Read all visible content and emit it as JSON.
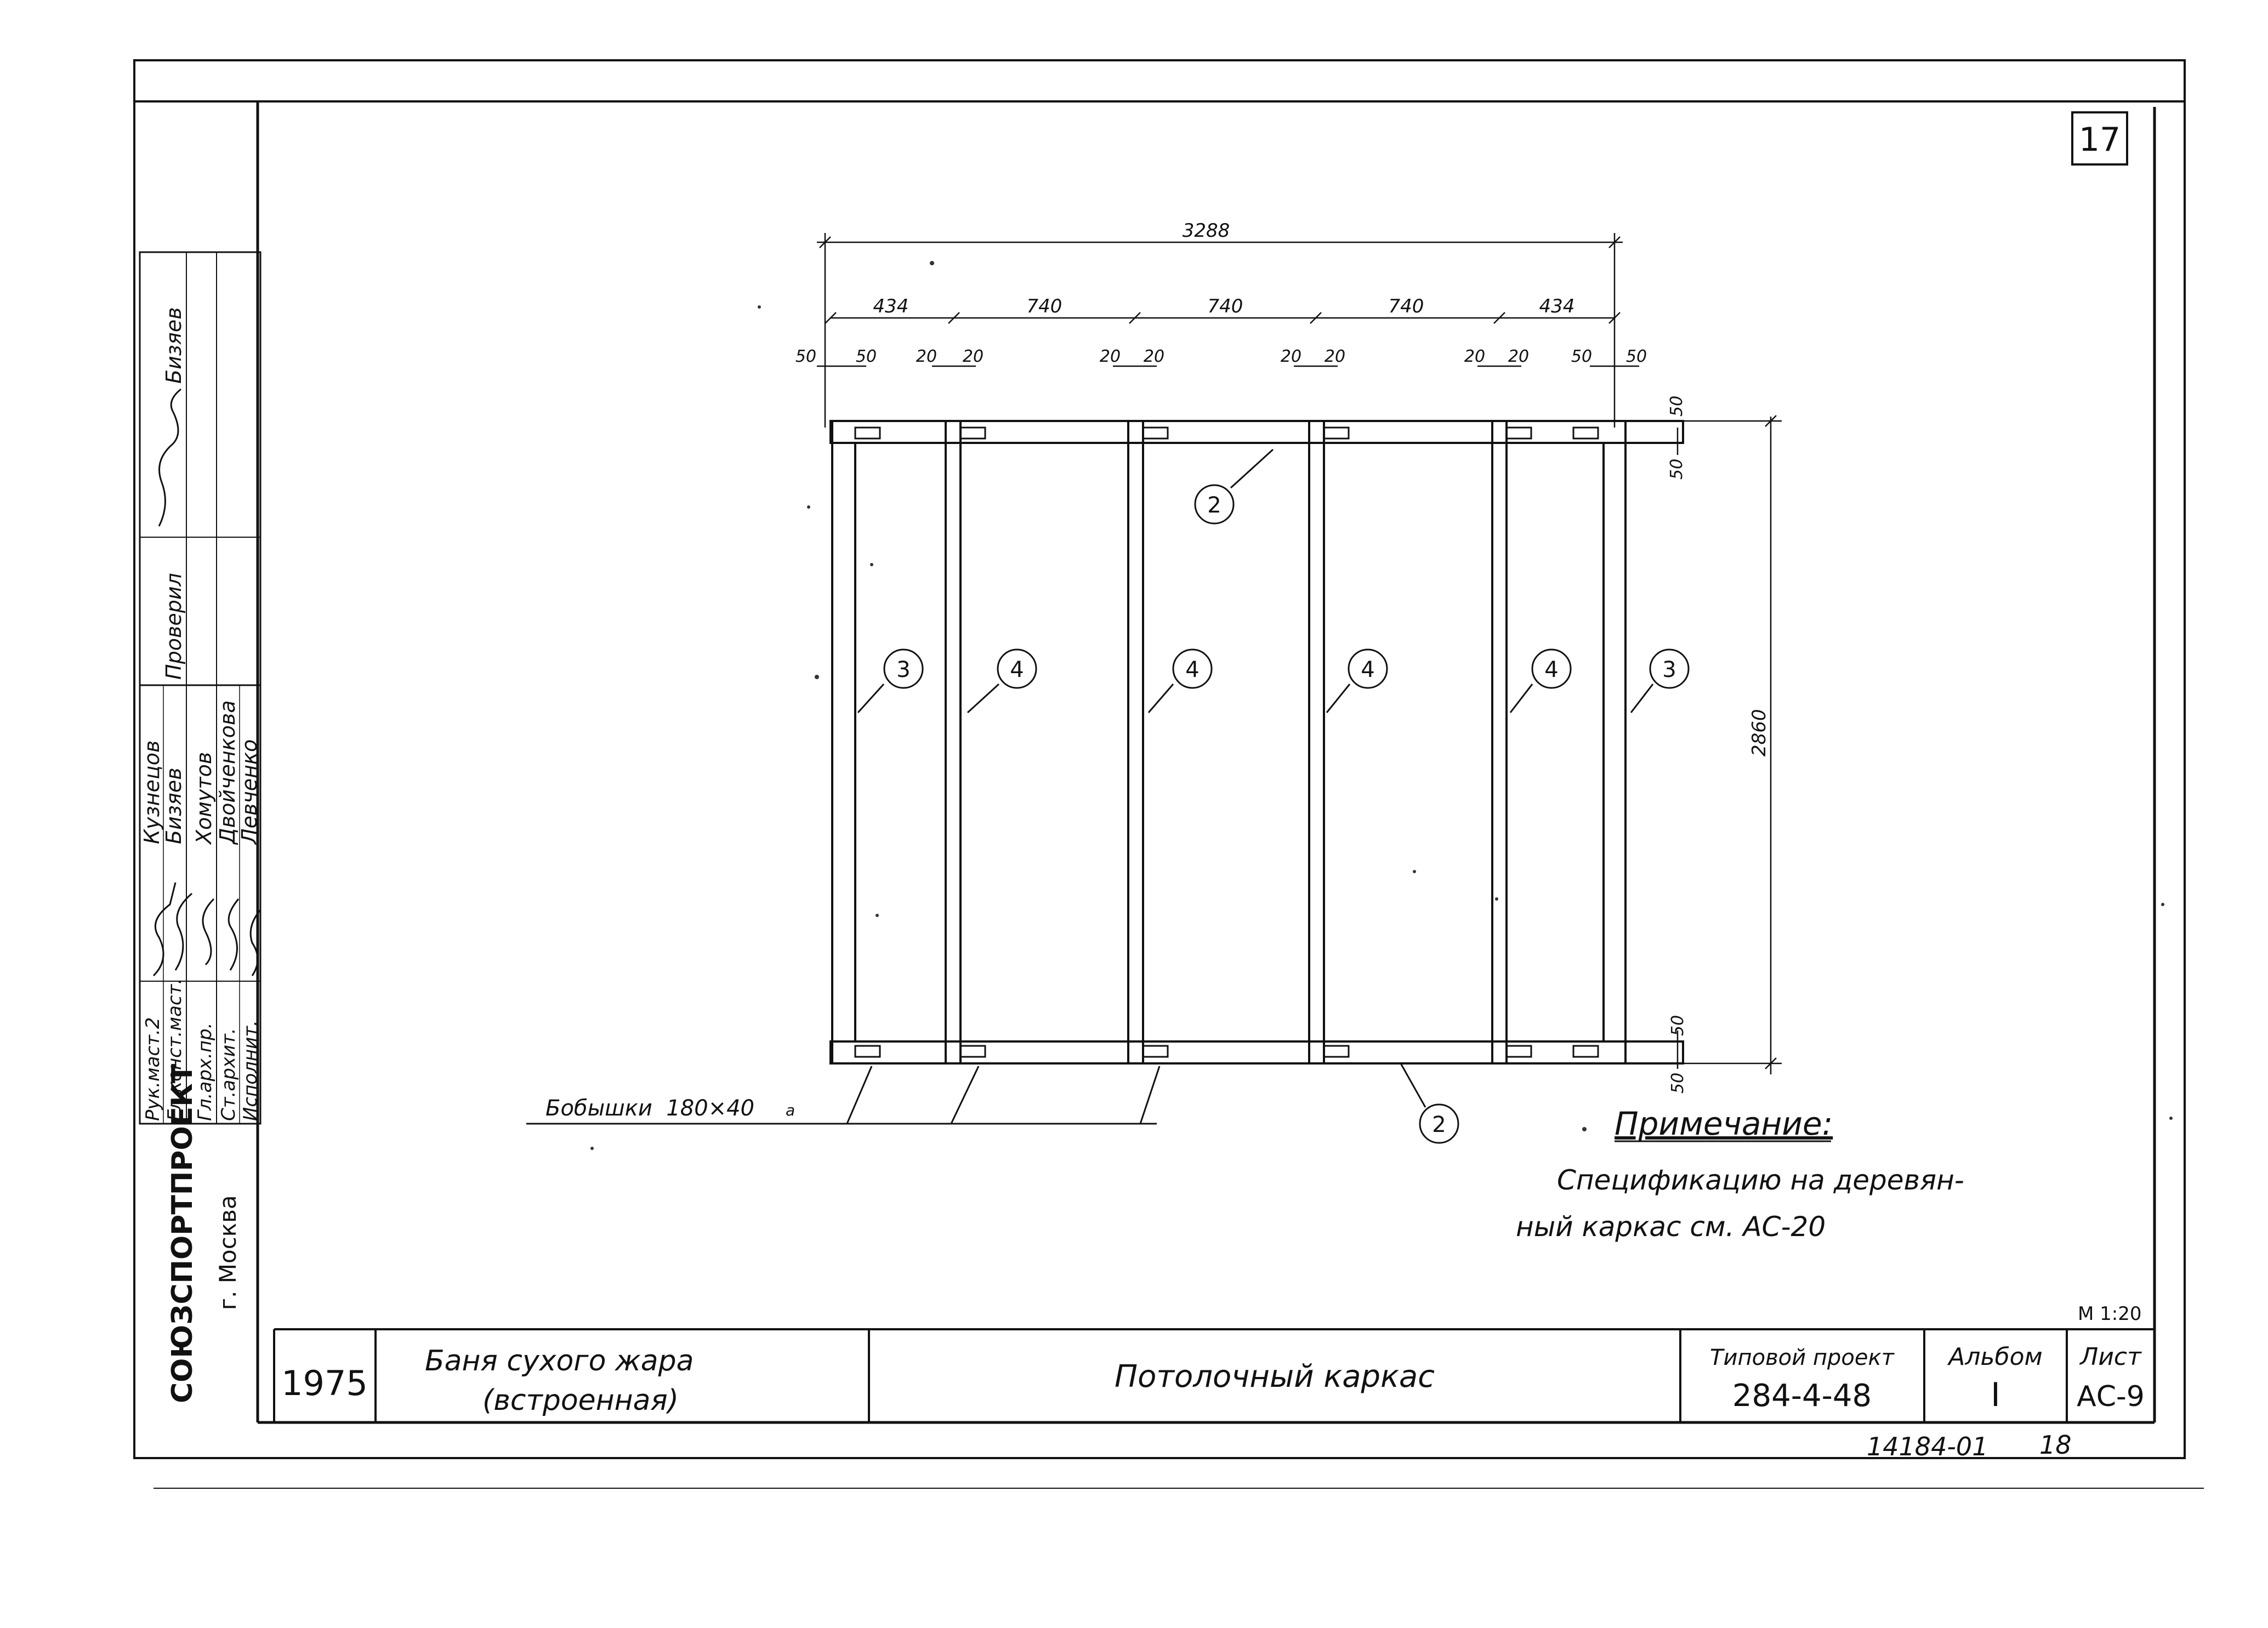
{
  "sheet": {
    "sheet_corner_number": "17",
    "scale": "M 1:20",
    "archive_number": "14184-01",
    "archive_page": "18"
  },
  "organization": {
    "name": "СОЮЗСПОРТПРОЕКТ",
    "city": "г. Москва"
  },
  "signatures": {
    "checked_label": "Проверил",
    "checked_by": "Бизяев",
    "roles": [
      {
        "role": "Рук.маст.2",
        "name": "Кузнецов"
      },
      {
        "role": "Гл.конст.маст.",
        "name": "Бизяев"
      },
      {
        "role": "Гл.арх.пр.",
        "name": "Хомутов"
      },
      {
        "role": "Ст.архит.",
        "name": "Двойченкова"
      },
      {
        "role": "Исполнит.",
        "name": "Левченко"
      }
    ]
  },
  "title_block": {
    "year": "1975",
    "object_line1": "Баня сухого жара",
    "object_line2": "(встроенная)",
    "drawing_title": "Потолочный каркас",
    "project_label": "Типовой проект",
    "project_number": "284-4-48",
    "album_label": "Альбом",
    "album_value": "I",
    "sheet_label": "Лист",
    "sheet_value": "АС-9"
  },
  "drawing": {
    "overall_width": "3288",
    "overall_height": "2860",
    "spans": [
      "434",
      "740",
      "740",
      "740",
      "434"
    ],
    "top_offsets": [
      "50",
      "50",
      "20",
      "20",
      "20",
      "20",
      "20",
      "20",
      "20",
      "20",
      "50",
      "50"
    ],
    "right_offsets_top": [
      "50",
      "50"
    ],
    "right_offsets_bottom": [
      "50",
      "50"
    ],
    "callouts": {
      "beam_2": "2",
      "joist_3": "3",
      "joist_4": "4"
    },
    "bosses_label": "Бобышки  180×40",
    "bosses_unit": "а"
  },
  "note": {
    "title": "Примечание:",
    "line1": "Спецификацию на деревян-",
    "line2": "ный каркас см. АС-20"
  }
}
